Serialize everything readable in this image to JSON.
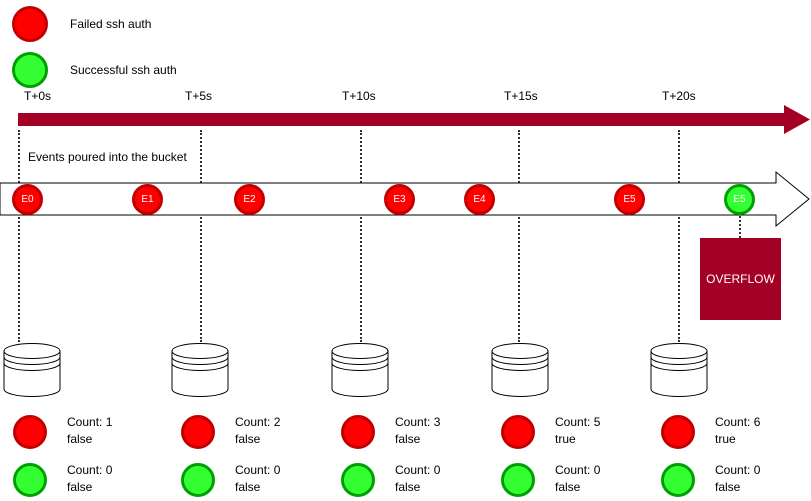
{
  "legend": {
    "items": [
      {
        "label": "Failed ssh auth",
        "type": "failed"
      },
      {
        "label": "Successful ssh auth",
        "type": "success"
      }
    ]
  },
  "timeline": {
    "ticks": [
      "T+0s",
      "T+5s",
      "T+10s",
      "T+15s",
      "T+20s"
    ]
  },
  "pipeline": {
    "label": "Events poured into the bucket",
    "events": [
      {
        "label": "E0",
        "type": "failed"
      },
      {
        "label": "E1",
        "type": "failed"
      },
      {
        "label": "E2",
        "type": "failed"
      },
      {
        "label": "E3",
        "type": "failed"
      },
      {
        "label": "E4",
        "type": "failed"
      },
      {
        "label": "E5",
        "type": "failed"
      },
      {
        "label": "E5",
        "type": "success"
      }
    ]
  },
  "overflow": {
    "label": "OVERFLOW"
  },
  "buckets": [
    {
      "failed": {
        "count": "Count: 1",
        "flag": "false"
      },
      "success": {
        "count": "Count: 0",
        "flag": "false"
      }
    },
    {
      "failed": {
        "count": "Count: 2",
        "flag": "false"
      },
      "success": {
        "count": "Count: 0",
        "flag": "false"
      }
    },
    {
      "failed": {
        "count": "Count: 3",
        "flag": "false"
      },
      "success": {
        "count": "Count: 0",
        "flag": "false"
      }
    },
    {
      "failed": {
        "count": "Count: 5",
        "flag": "true"
      },
      "success": {
        "count": "Count: 0",
        "flag": "false"
      }
    },
    {
      "failed": {
        "count": "Count: 6",
        "flag": "true"
      },
      "success": {
        "count": "Count: 0",
        "flag": "false"
      }
    }
  ],
  "colors": {
    "failed": "#ff0000",
    "failed-border": "#c30000",
    "success": "#33ff33",
    "success-border": "#00a000",
    "accent": "#a20025"
  }
}
